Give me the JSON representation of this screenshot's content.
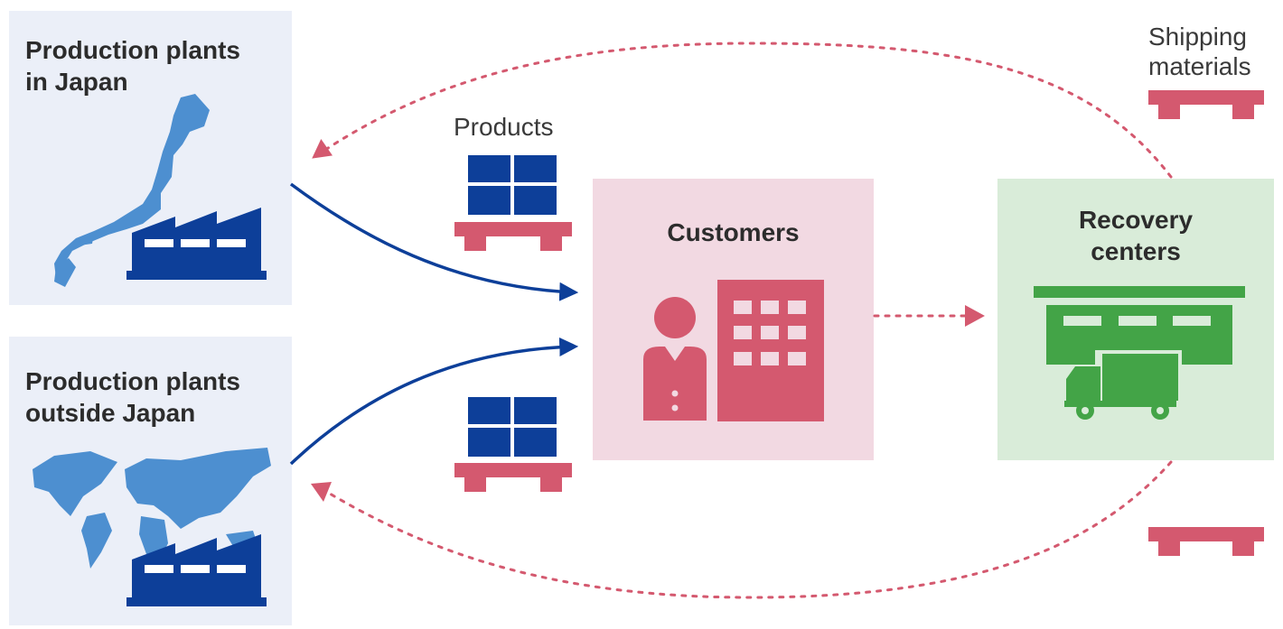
{
  "nodes": {
    "plants_japan": {
      "title_line1": "Production plants",
      "title_line2": "in Japan"
    },
    "plants_outside": {
      "title_line1": "Production plants",
      "title_line2": "outside Japan"
    },
    "customers": {
      "title": "Customers"
    },
    "recovery": {
      "title_line1": "Recovery",
      "title_line2": "centers"
    }
  },
  "labels": {
    "products": "Products",
    "shipping_line1": "Shipping",
    "shipping_line2": "materials"
  },
  "colors": {
    "navy": "#0d3f99",
    "pink": "#d4596f",
    "map_blue": "#4d8fd0",
    "green": "#43a447",
    "panel_blue": "#ebeff8",
    "panel_pink": "#f2d9e2",
    "panel_green": "#d9ecd9"
  },
  "icons": [
    "japan-map-icon",
    "world-map-icon",
    "factory-icon",
    "pallet-icon",
    "boxes-icon",
    "person-icon",
    "office-building-icon",
    "warehouse-icon",
    "truck-icon"
  ]
}
